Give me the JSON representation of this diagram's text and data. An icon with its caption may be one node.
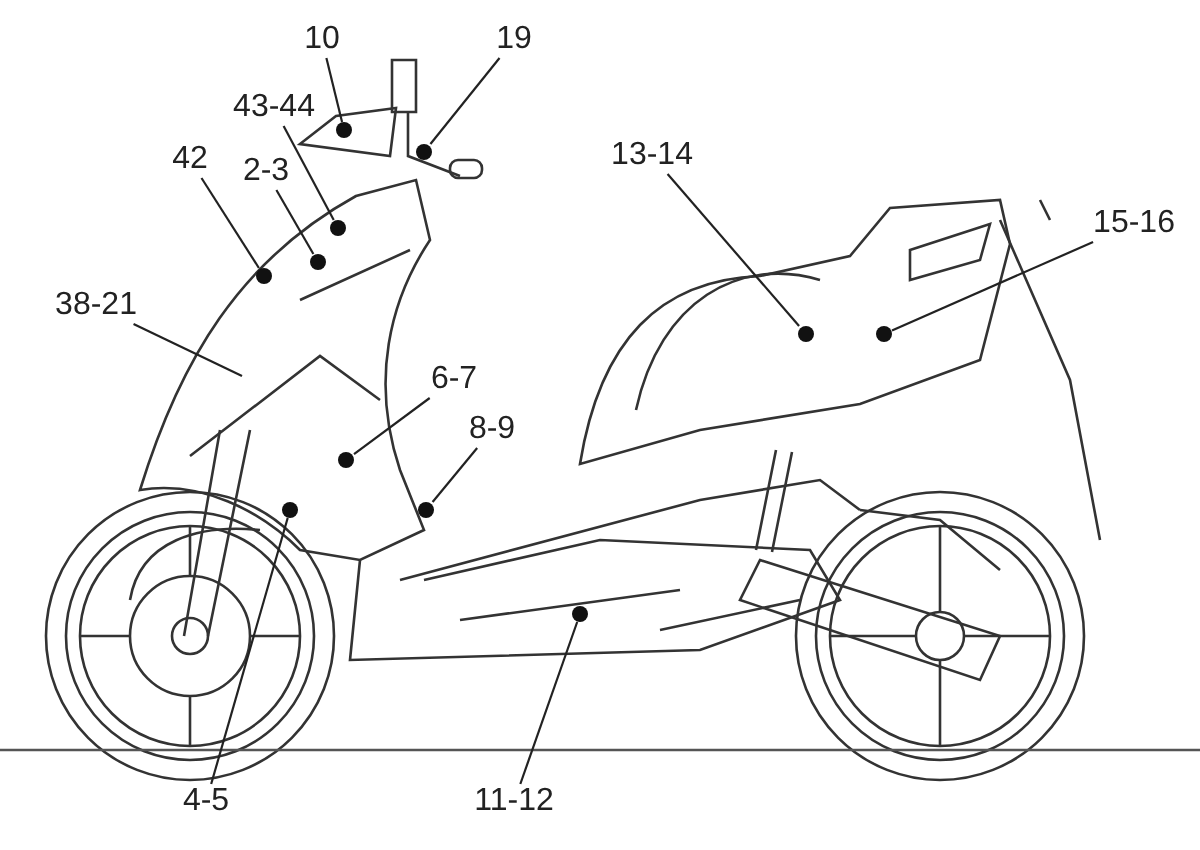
{
  "diagram": {
    "nodes": [
      {
        "text": [
          "10"
        ]
      },
      {
        "text": [],
        "shape": "circle"
      },
      {
        "text": [
          "19"
        ]
      },
      {
        "text": [],
        "shape": "circle"
      },
      {
        "text": [
          "43-44"
        ]
      },
      {
        "text": [],
        "shape": "circle"
      },
      {
        "text": [
          "42"
        ]
      },
      {
        "text": [],
        "shape": "circle"
      },
      {
        "text": [
          "2-3"
        ]
      },
      {
        "text": [],
        "shape": "circle"
      },
      {
        "text": [
          "13-14"
        ]
      },
      {
        "text": [],
        "shape": "circle"
      },
      {
        "text": [
          "15-16"
        ]
      },
      {
        "text": [],
        "shape": "circle"
      },
      {
        "text": [
          "38-21"
        ]
      },
      {
        "text": [
          "6-7"
        ]
      },
      {
        "text": [],
        "shape": "circle"
      },
      {
        "text": [
          "8-9"
        ]
      },
      {
        "text": [],
        "shape": "circle"
      },
      {
        "text": [
          "4-5"
        ]
      },
      {
        "text": [],
        "shape": "circle"
      },
      {
        "text": [
          "11-12"
        ]
      },
      {
        "text": [],
        "shape": "circle"
      }
    ],
    "edges": [
      {
        "from": 0,
        "to": 1,
        "arrow": "none"
      },
      {
        "from": 2,
        "to": 3,
        "arrow": "none"
      },
      {
        "from": 4,
        "to": 5,
        "arrow": "none"
      },
      {
        "from": 6,
        "to": 7,
        "arrow": "none"
      },
      {
        "from": 8,
        "to": 9,
        "arrow": "none"
      },
      {
        "from": 10,
        "to": 11,
        "arrow": "none"
      },
      {
        "from": 12,
        "to": 13,
        "arrow": "none"
      },
      {
        "from": 14,
        "to": null,
        "arrow": "none"
      },
      {
        "from": 15,
        "to": 16,
        "arrow": "none"
      },
      {
        "from": 17,
        "to": 18,
        "arrow": "none"
      },
      {
        "from": 19,
        "to": 20,
        "arrow": "none"
      },
      {
        "from": 21,
        "to": 22,
        "arrow": "none"
      }
    ]
  }
}
